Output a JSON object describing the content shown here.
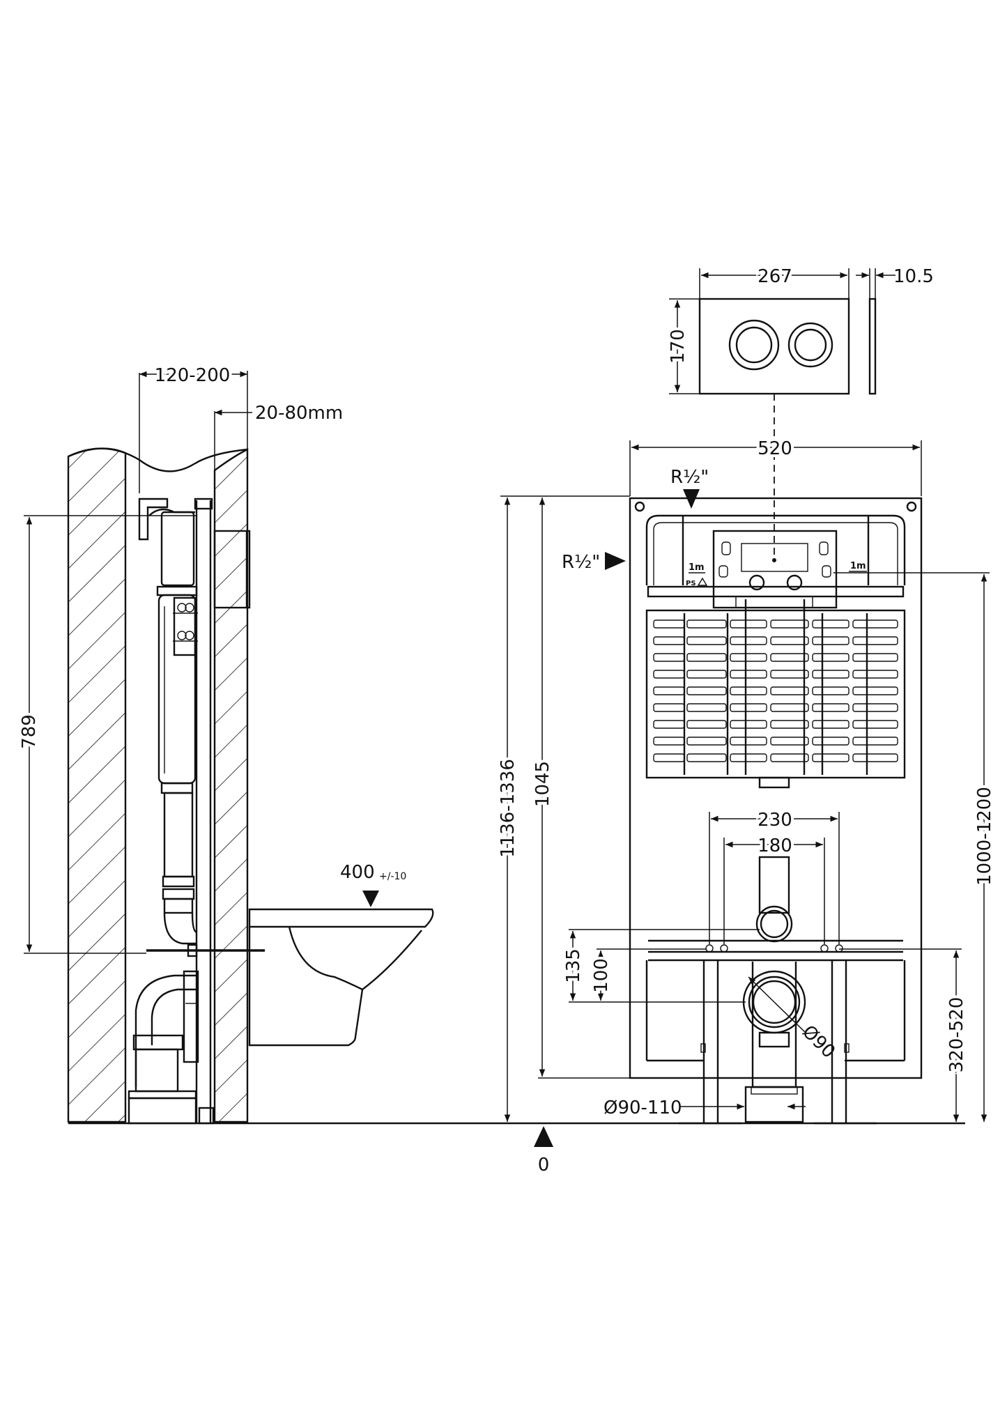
{
  "side_view": {
    "dim_wall_depth": "120-200",
    "dim_board": "20-80mm",
    "dim_height_789": "789",
    "dim_bowl_height": "400",
    "dim_bowl_tolerance": "+/-10"
  },
  "front_view": {
    "dim_panel_width": "267",
    "dim_panel_thickness": "10.5",
    "dim_panel_height": "170",
    "dim_frame_width": "520",
    "label_inlet_top": "R½\"",
    "label_inlet_side": "R½\"",
    "dim_total_height": "1136-1336",
    "dim_frame_height": "1045",
    "dim_cistern_height": "1000-1200",
    "dim_bolt_outer": "230",
    "dim_bolt_inner": "180",
    "dim_135": "135",
    "dim_100": "100",
    "dim_outlet_height": "320-520",
    "dim_outlet_dia": "Ø90",
    "dim_drain_dia": "Ø90-110",
    "label_floor": "0",
    "badge_1m_left": "1m",
    "badge_1m_right": "1m",
    "badge_ps": "PS"
  },
  "colors": {
    "line": "#111111",
    "background": "#ffffff"
  }
}
